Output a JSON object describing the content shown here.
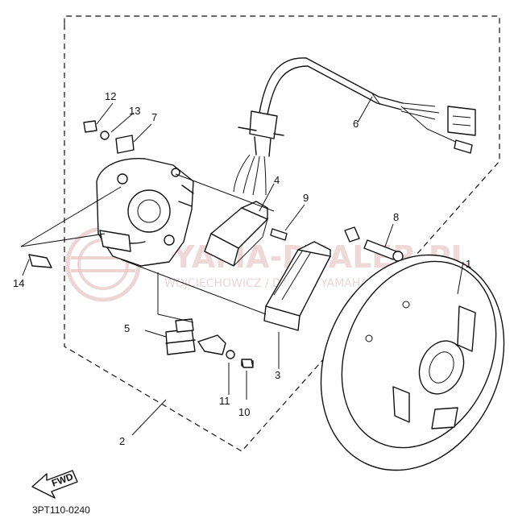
{
  "diagram": {
    "part_labels": [
      "1",
      "2",
      "3",
      "4",
      "5",
      "6",
      "7",
      "8",
      "9",
      "10",
      "11",
      "12",
      "13",
      "14"
    ],
    "arrow_text": "FWD",
    "drawing_code": "3PT110-0240",
    "watermark": {
      "main": "YAMA-DEALER.PL",
      "sub": "WOJCIECHOWICZ / DEALER YAMAHA"
    }
  }
}
